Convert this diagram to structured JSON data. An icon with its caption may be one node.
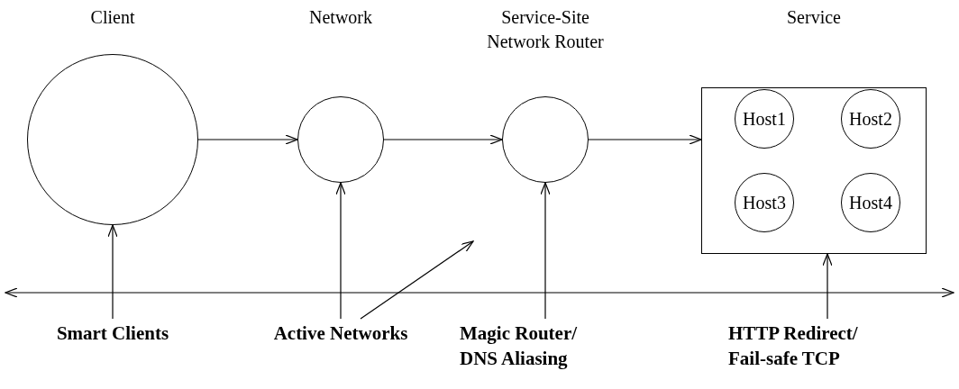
{
  "diagram": {
    "nodes": [
      {
        "text": [
          "Client"
        ]
      },
      {
        "text": [
          "Network"
        ]
      },
      {
        "text": [
          "Service-Site Network Router"
        ]
      },
      {
        "text": [
          "Service"
        ]
      },
      {
        "text": [
          "Host1"
        ],
        "in": 3
      },
      {
        "text": [
          "Host2"
        ],
        "in": 3
      },
      {
        "text": [
          "Host3"
        ],
        "in": 3
      },
      {
        "text": [
          "Host4"
        ],
        "in": 3
      },
      {
        "text": [
          "Smart Clients"
        ]
      },
      {
        "text": [
          "Active Networks"
        ]
      },
      {
        "text": [
          "Magic Router/ DNS Aliasing"
        ]
      },
      {
        "text": [
          "HTTP Redirect/ Fail-safe TCP"
        ]
      }
    ],
    "edges": [
      {
        "from": 0,
        "to": 1,
        "arrow": "to"
      },
      {
        "from": 1,
        "to": 2,
        "arrow": "to"
      },
      {
        "from": 2,
        "to": 3,
        "arrow": "to"
      },
      {
        "from": 8,
        "to": 0,
        "arrow": "to"
      },
      {
        "from": 9,
        "to": 1,
        "arrow": "to"
      },
      {
        "from": 9,
        "to": null,
        "arrow": "to"
      },
      {
        "from": 10,
        "to": 2,
        "arrow": "to"
      },
      {
        "from": 11,
        "to": 3,
        "arrow": "to"
      }
    ]
  }
}
